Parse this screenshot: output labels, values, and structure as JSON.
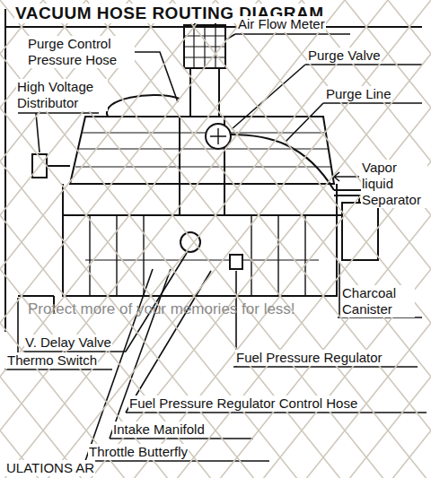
{
  "diagram": {
    "title": "VACUUM HOSE ROUTING DIAGRAM",
    "labels": [
      "Purge Control Pressure Hose",
      "Air Flow Meter",
      "High Voltage Distributor",
      "Purge Valve",
      "Purge Line",
      "Vapor liquid Separator",
      "Charcoal Canister",
      "Protect more of your memories for less!",
      "V. Delay Valve",
      "Thermo Switch",
      "Fuel Pressure Regulator",
      "Fuel Pressure Regulator Control Hose",
      "Intake Manifold",
      "Throttle Butterfly",
      "ULATIONS AR"
    ]
  }
}
